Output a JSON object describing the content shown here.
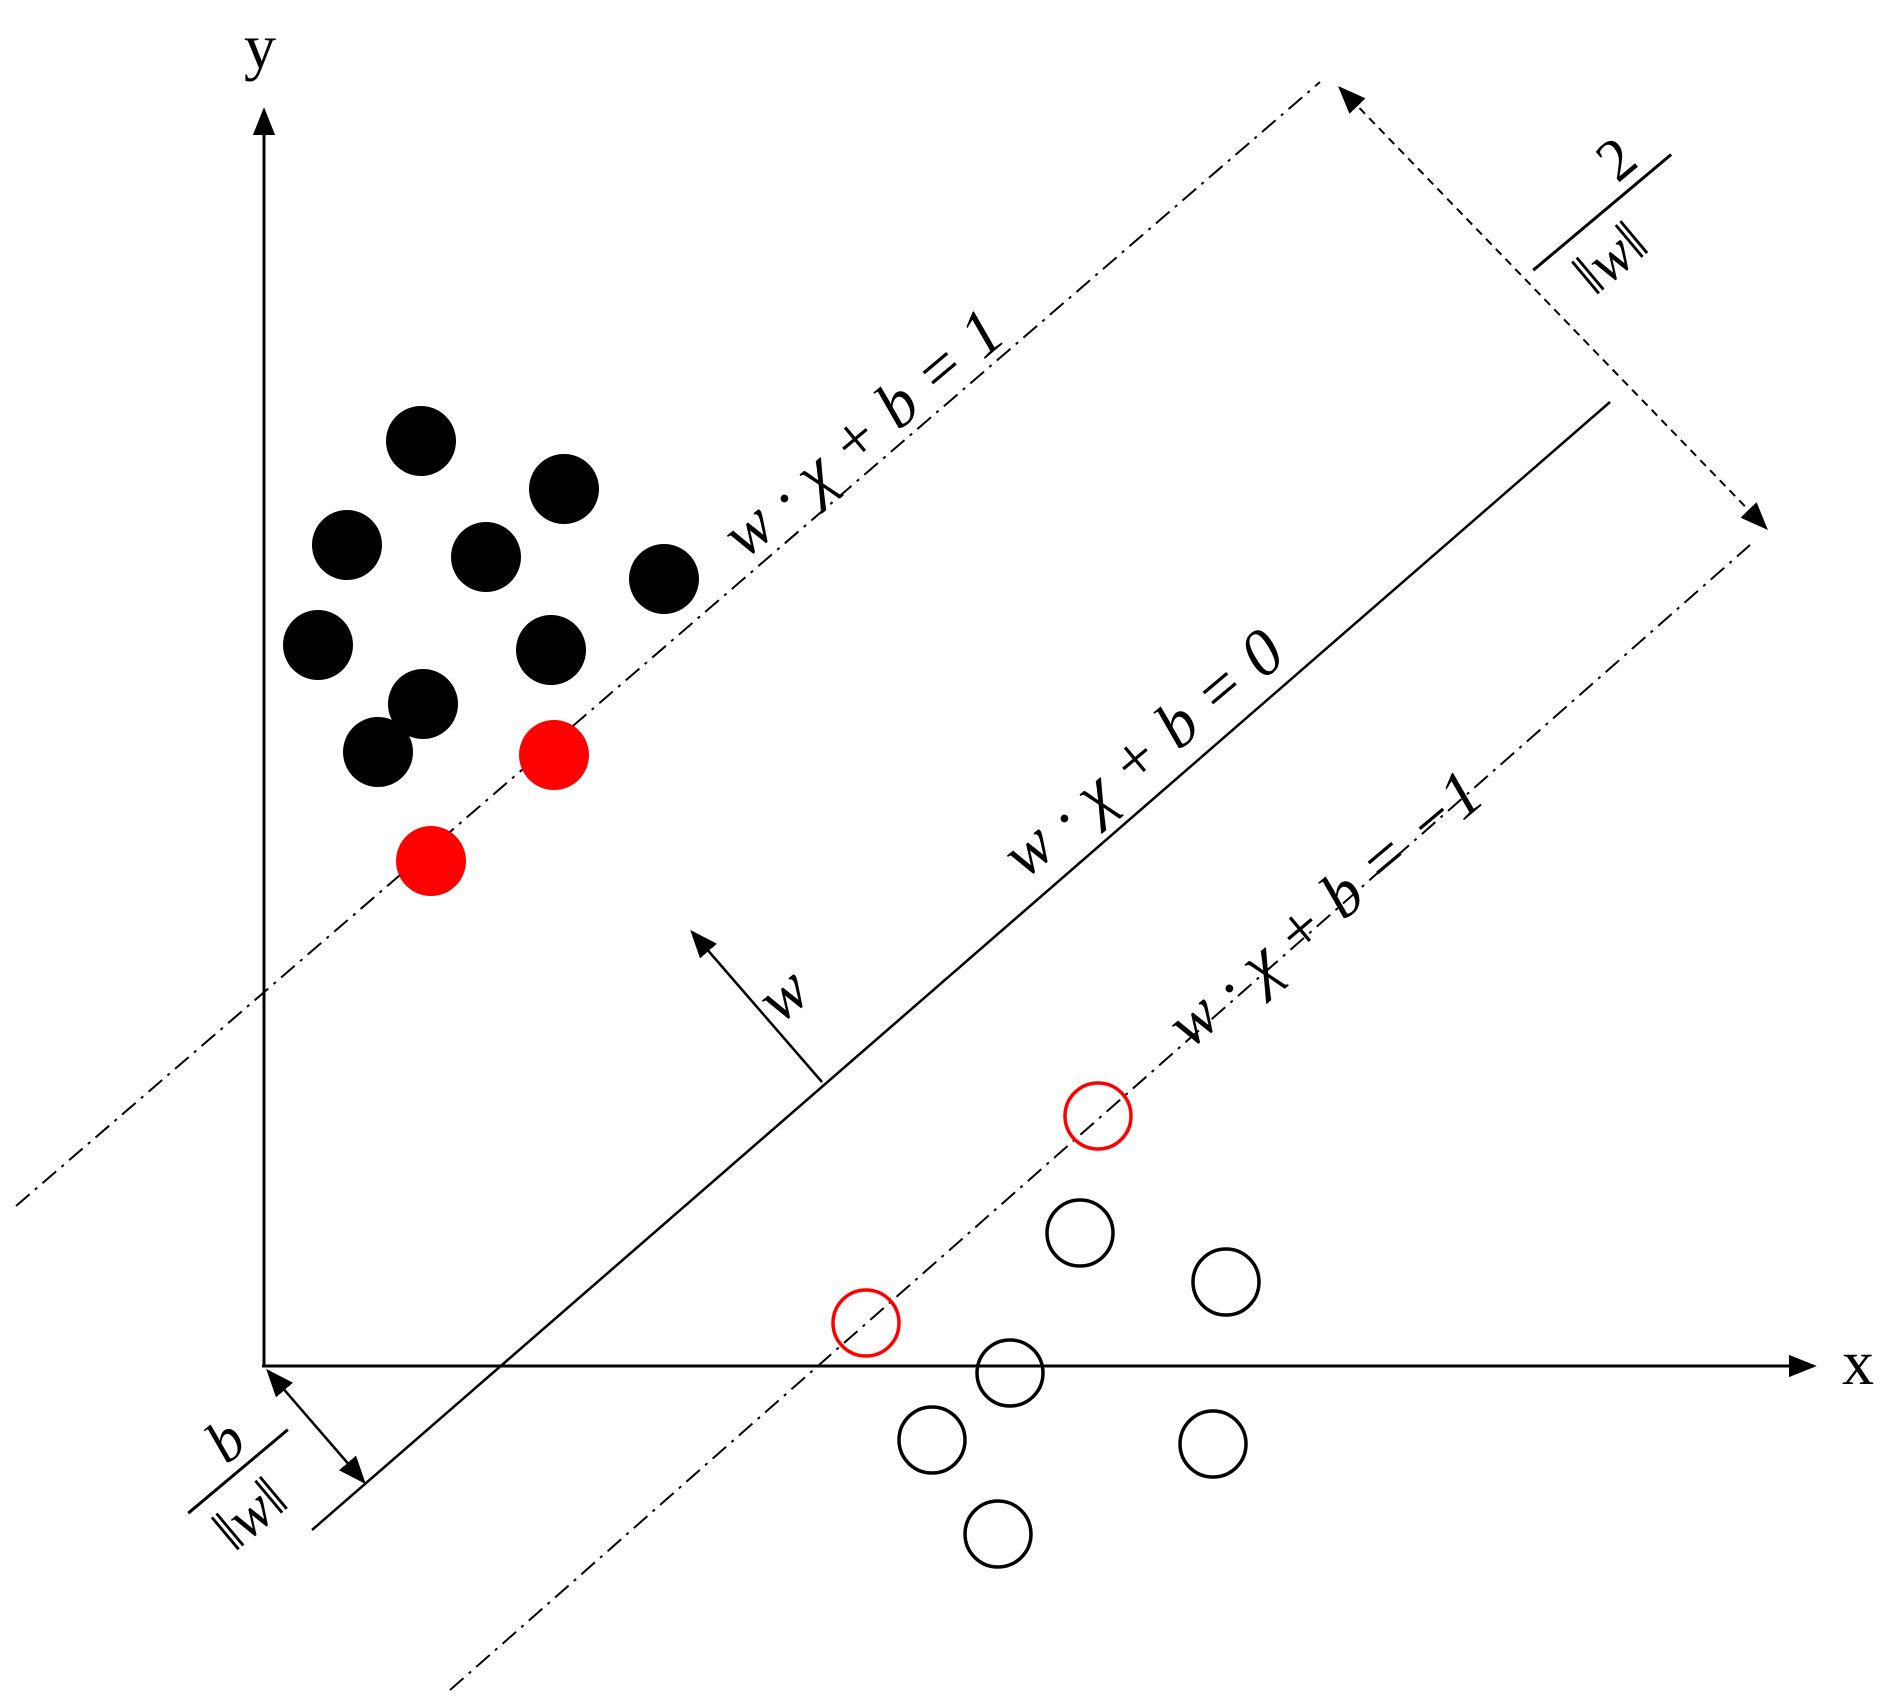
{
  "axes": {
    "x_label": "x",
    "y_label": "y"
  },
  "hyperplanes": {
    "positive": "w · χ + b = 1",
    "decision": "w · χ + b = 0",
    "negative": "w · χ + b = −1"
  },
  "normal_vector_label": "w",
  "margin_label": {
    "numerator": "2",
    "denominator": "‖w‖"
  },
  "offset_label": {
    "numerator": "b",
    "denominator": "‖w‖"
  },
  "colors": {
    "class_positive": "#000000",
    "support_vector": "#ff0000",
    "class_negative_outline": "#000000"
  }
}
